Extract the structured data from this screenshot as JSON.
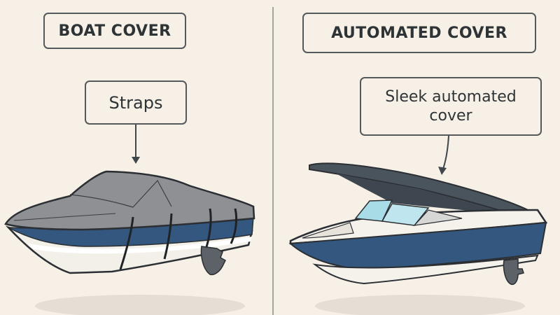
{
  "left_panel": {
    "title": "BOAT COVER",
    "callout": "Straps",
    "illustration": "boat-with-strapped-cover"
  },
  "right_panel": {
    "title": "AUTOMATED COVER",
    "callout": "Sleek automated cover",
    "callout_line1": "Sleek automated",
    "callout_line2": "cover",
    "illustration": "boat-with-automated-hinged-cover"
  },
  "colors": {
    "background": "#f6f0e7",
    "hull_blue": "#34577f",
    "cover_gray": "#8d8f92",
    "automated_cover": "#4a545d",
    "outline": "#2b2f33",
    "divider": "#a9a49d",
    "windshield": "#a8dde8"
  }
}
